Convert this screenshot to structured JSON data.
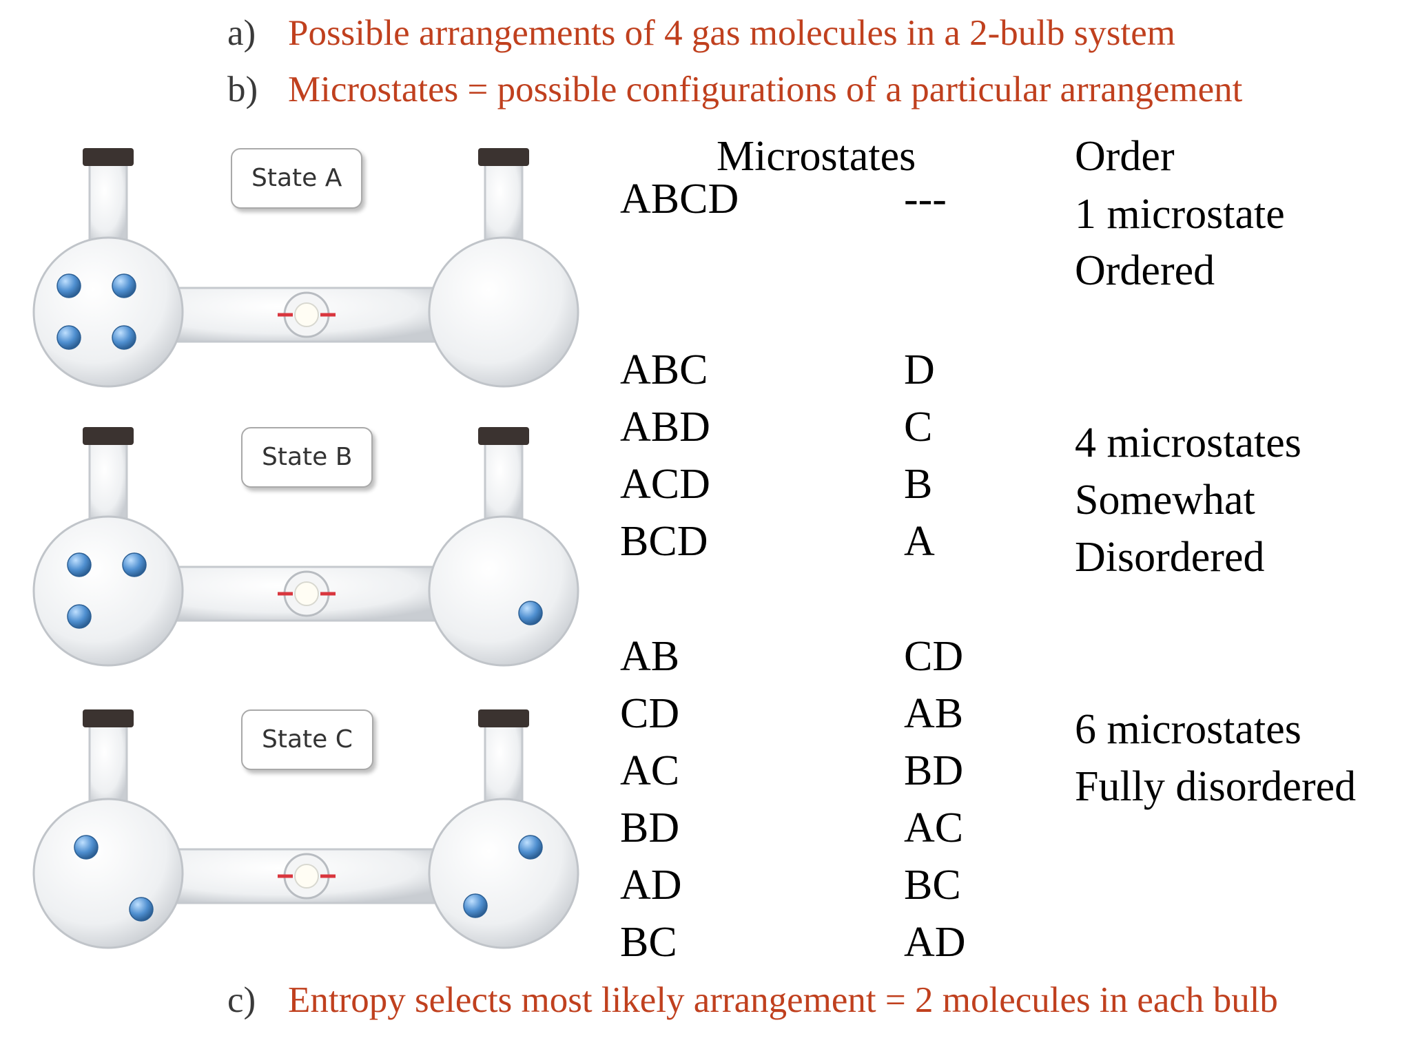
{
  "bullets": [
    {
      "label": "a)",
      "text": "Possible arrangements of 4 gas molecules in a 2-bulb system"
    },
    {
      "label": "b)",
      "text": "Microstates = possible configurations of a particular arrangement"
    },
    {
      "label": "c)",
      "text": "Entropy selects most likely arrangement = 2 molecules in each bulb"
    }
  ],
  "states": [
    {
      "label": "State A",
      "left_molecules": 4,
      "right_molecules": 0
    },
    {
      "label": "State B",
      "left_molecules": 3,
      "right_molecules": 1
    },
    {
      "label": "State C",
      "left_molecules": 2,
      "right_molecules": 2
    }
  ],
  "table": {
    "microstates_header": "Microstates",
    "order_header": "Order",
    "groups": [
      {
        "rows": [
          [
            "ABCD",
            "---"
          ]
        ],
        "order": [
          "1 microstate",
          "Ordered"
        ]
      },
      {
        "rows": [
          [
            "ABC",
            "D"
          ],
          [
            "ABD",
            "C"
          ],
          [
            "ACD",
            "B"
          ],
          [
            "BCD",
            "A"
          ]
        ],
        "order": [
          "4 microstates",
          "Somewhat",
          "Disordered"
        ]
      },
      {
        "rows": [
          [
            "AB",
            "CD"
          ],
          [
            "CD",
            "AB"
          ],
          [
            "AC",
            "BD"
          ],
          [
            "BD",
            "AC"
          ],
          [
            "AD",
            "BC"
          ],
          [
            "BC",
            "AD"
          ]
        ],
        "order": [
          "6 microstates",
          "Fully disordered"
        ]
      }
    ]
  },
  "colors": {
    "bullet_text": "#c0401e",
    "molecule": "#4f8fd0",
    "stopper": "#3b3330"
  }
}
